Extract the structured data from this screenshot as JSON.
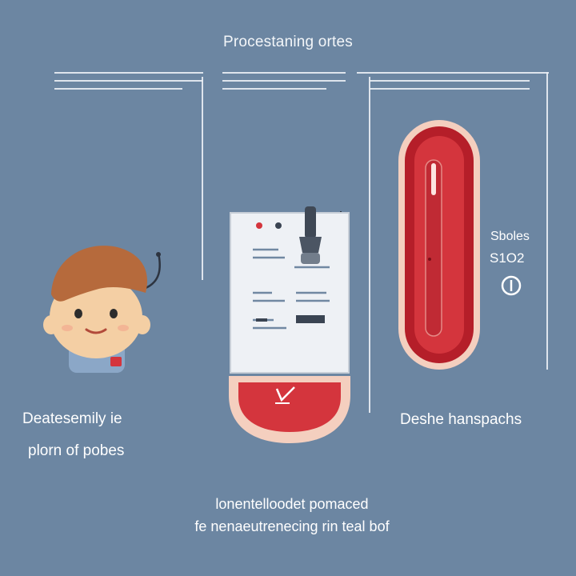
{
  "header": {
    "title": "Procestaning ortes"
  },
  "captions": {
    "left_line_1": "Deatesemily ie",
    "left_line_2": "plorn of pobes",
    "right": "Deshe hanspachs",
    "side_line_1": "Sboles",
    "side_line_2": "S1O2",
    "bottom_line_1": "lonentelloodet pomaced",
    "bottom_line_2": "fe nenaeutrenecing rin teal bof"
  },
  "icons": {
    "person": "person-icon",
    "device": "clipboard-device-icon",
    "microphone": "microphone-icon",
    "thermometer": "thermometer-icon",
    "info": "info-icon",
    "check": "check-icon"
  },
  "colors": {
    "background": "#6c86a2",
    "accent_red": "#d4353d",
    "deep_red": "#b51e29",
    "skin": "#f4cfa4",
    "hair": "#b66a3c",
    "line": "#e8edf2"
  }
}
